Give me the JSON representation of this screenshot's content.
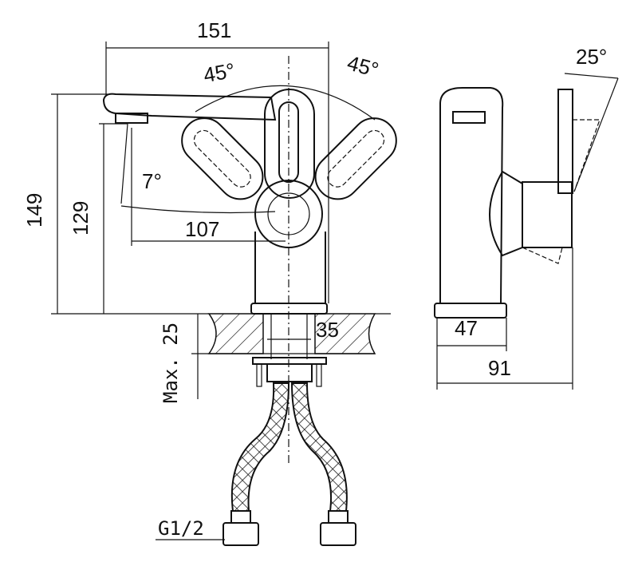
{
  "title": "Single-lever basin mixer dimension drawing",
  "dimensions": {
    "overall_width": "151",
    "lever_angle_left": "45°",
    "lever_angle_right": "45°",
    "lever_tilt": "25°",
    "overall_height": "149",
    "spout_height": "129",
    "spout_angle": "7°",
    "spout_reach": "107",
    "max_counter_thickness": "Max. 25",
    "hole_diameter": "35",
    "base_diameter": "47",
    "side_depth": "91",
    "connection_thread": "G1/2"
  }
}
